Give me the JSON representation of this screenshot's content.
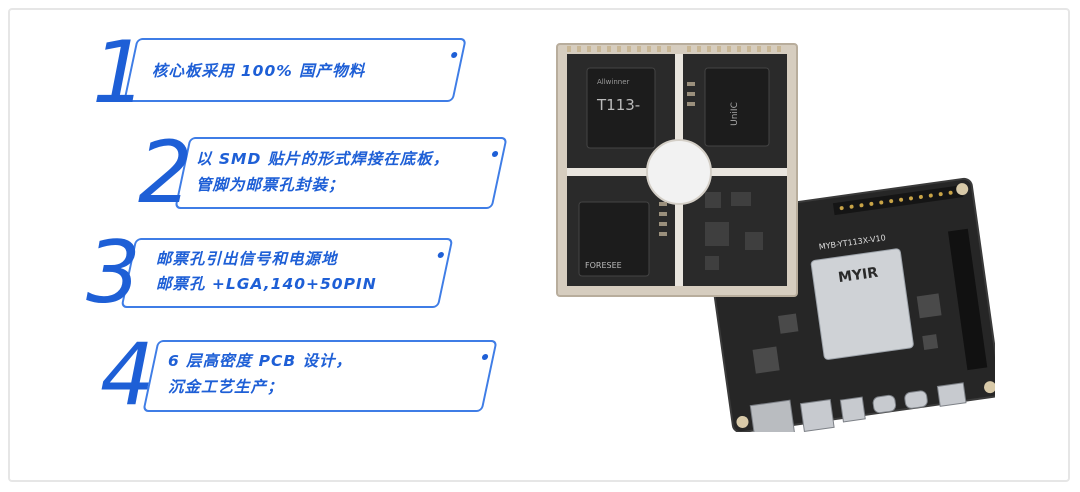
{
  "features": [
    {
      "number": "1",
      "lines": [
        "核心板采用 100% 国产物料"
      ]
    },
    {
      "number": "2",
      "lines": [
        "以 SMD 贴片的形式焊接在底板，",
        "管脚为邮票孔封装；"
      ]
    },
    {
      "number": "3",
      "lines": [
        "邮票孔引出信号和电源地",
        "邮票孔 +LGA,140+50PIN"
      ]
    },
    {
      "number": "4",
      "lines": [
        "6 层高密度 PCB 设计，",
        "沉金工艺生产；"
      ]
    }
  ],
  "board": {
    "core_chip_label": "T113-",
    "core_chip_brand": "Allwinner",
    "memory_brand": "UniIC",
    "flash_brand": "FORESEE",
    "base_board_brand": "MYIR",
    "base_board_model": "MYB-YT113X-V10"
  },
  "colors": {
    "accent": "#1e5fd6",
    "card_border": "#3f7de6",
    "pcb": "#2b2b2b",
    "pcb_edge": "#d8cfc2"
  }
}
